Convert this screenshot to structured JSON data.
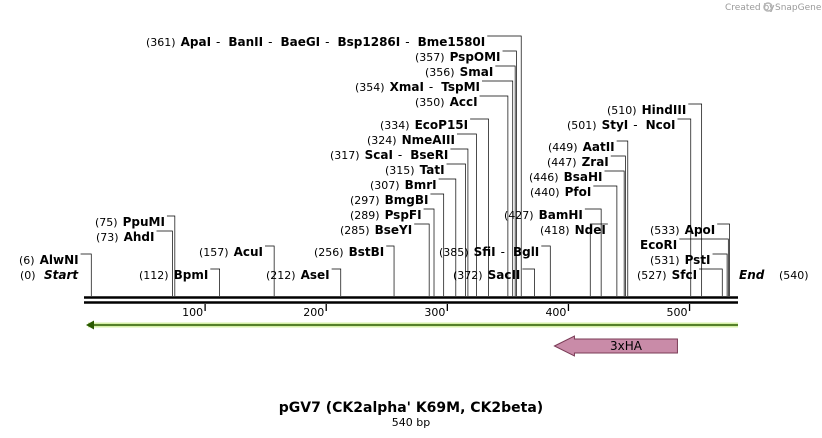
{
  "credit": {
    "text": "Created by",
    "brand": "SnapGene"
  },
  "map": {
    "title": "pGV7 (CK2alpha' K69M, CK2beta)",
    "length_label": "540 bp",
    "length_bp": 540,
    "ticks": [
      100,
      200,
      300,
      400,
      500
    ],
    "start_label": "Start",
    "end_label": "End",
    "start_pos": "(0)",
    "end_pos": "(540)",
    "colors": {
      "primer_fill": "#d6f0a8",
      "primer_stroke": "#2a5a00",
      "feature_fill": "#c98ba8",
      "feature_stroke": "#7a3b56"
    }
  },
  "sites": [
    {
      "pos": 6,
      "labels": [
        "AlwNI"
      ],
      "pos_text": "(6)"
    },
    {
      "pos": 73,
      "labels": [
        "AhdI"
      ],
      "pos_text": "(73)"
    },
    {
      "pos": 75,
      "labels": [
        "PpuMI"
      ],
      "pos_text": "(75)"
    },
    {
      "pos": 112,
      "labels": [
        "BpmI"
      ],
      "pos_text": "(112)"
    },
    {
      "pos": 157,
      "labels": [
        "AcuI"
      ],
      "pos_text": "(157)"
    },
    {
      "pos": 212,
      "labels": [
        "AseI"
      ],
      "pos_text": "(212)"
    },
    {
      "pos": 256,
      "labels": [
        "BstBI"
      ],
      "pos_text": "(256)"
    },
    {
      "pos": 285,
      "labels": [
        "BseYI"
      ],
      "pos_text": "(285)"
    },
    {
      "pos": 289,
      "labels": [
        "PspFI"
      ],
      "pos_text": "(289)"
    },
    {
      "pos": 297,
      "labels": [
        "BmgBI"
      ],
      "pos_text": "(297)"
    },
    {
      "pos": 307,
      "labels": [
        "BmrI"
      ],
      "pos_text": "(307)"
    },
    {
      "pos": 315,
      "labels": [
        "TatI"
      ],
      "pos_text": "(315)"
    },
    {
      "pos": 317,
      "labels": [
        "ScaI",
        "BseRI"
      ],
      "pos_text": "(317)"
    },
    {
      "pos": 324,
      "labels": [
        "NmeAIII"
      ],
      "pos_text": "(324)"
    },
    {
      "pos": 334,
      "labels": [
        "EcoP15I"
      ],
      "pos_text": "(334)"
    },
    {
      "pos": 350,
      "labels": [
        "AccI"
      ],
      "pos_text": "(350)"
    },
    {
      "pos": 354,
      "labels": [
        "XmaI",
        "TspMI"
      ],
      "pos_text": "(354)"
    },
    {
      "pos": 356,
      "labels": [
        "SmaI"
      ],
      "pos_text": "(356)"
    },
    {
      "pos": 357,
      "labels": [
        "PspOMI"
      ],
      "pos_text": "(357)"
    },
    {
      "pos": 361,
      "labels": [
        "ApaI",
        "BanII",
        "BaeGI",
        "Bsp1286I",
        "Bme1580I"
      ],
      "pos_text": "(361)"
    },
    {
      "pos": 372,
      "labels": [
        "SacII"
      ],
      "pos_text": "(372)"
    },
    {
      "pos": 385,
      "labels": [
        "SfiI",
        "BglI"
      ],
      "pos_text": "(385)"
    },
    {
      "pos": 418,
      "labels": [
        "NdeI"
      ],
      "pos_text": "(418)"
    },
    {
      "pos": 427,
      "labels": [
        "BamHI"
      ],
      "pos_text": "(427)"
    },
    {
      "pos": 440,
      "labels": [
        "PfoI"
      ],
      "pos_text": "(440)"
    },
    {
      "pos": 446,
      "labels": [
        "BsaHI"
      ],
      "pos_text": "(446)"
    },
    {
      "pos": 447,
      "labels": [
        "ZraI"
      ],
      "pos_text": "(447)"
    },
    {
      "pos": 449,
      "labels": [
        "AatII"
      ],
      "pos_text": "(449)"
    },
    {
      "pos": 501,
      "labels": [
        "StyI",
        "NcoI"
      ],
      "pos_text": "(501)"
    },
    {
      "pos": 510,
      "labels": [
        "HindIII"
      ],
      "pos_text": "(510)"
    },
    {
      "pos": 527,
      "labels": [
        "SfcI"
      ],
      "pos_text": "(527)"
    },
    {
      "pos": 531,
      "labels": [
        "PstI"
      ],
      "pos_text": "(531)"
    },
    {
      "pos": 532,
      "labels": [
        "EcoRI"
      ],
      "pos_text": ""
    },
    {
      "pos": 533,
      "labels": [
        "ApoI"
      ],
      "pos_text": "(533)"
    }
  ],
  "features": [
    {
      "name": "3xHA",
      "start": 400,
      "end": 490,
      "direction": "reverse"
    }
  ],
  "primers": [
    {
      "start": 0,
      "end": 540,
      "direction": "reverse"
    }
  ]
}
